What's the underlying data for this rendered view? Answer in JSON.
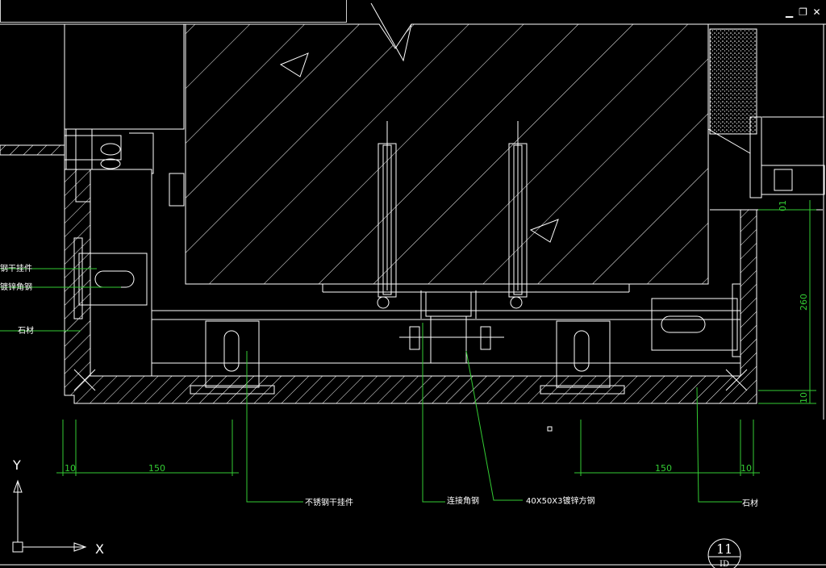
{
  "window": {
    "controls": [
      "minimize-icon",
      "restore-icon",
      "close-icon"
    ]
  },
  "labels": {
    "left_1": "钢干挂件",
    "left_2": "镀锌角钢",
    "left_3": "石材",
    "bottom_1": "不锈钢干挂件",
    "bottom_2": "连接角钢",
    "bottom_3": "40X50X3镀锌方钢",
    "bottom_4": "石材"
  },
  "dimensions": {
    "left_small": "10",
    "left_large": "150",
    "right_large": "150",
    "right_small": "10",
    "vert_260": "260",
    "vert_10": "10",
    "vert_top": "01"
  },
  "ucs": {
    "y": "Y",
    "x": "X"
  },
  "detail_marker": {
    "number": "11",
    "sheet": "ID"
  },
  "colors": {
    "line": "#ffffff",
    "dim": "#33cc33",
    "background": "#000000"
  }
}
